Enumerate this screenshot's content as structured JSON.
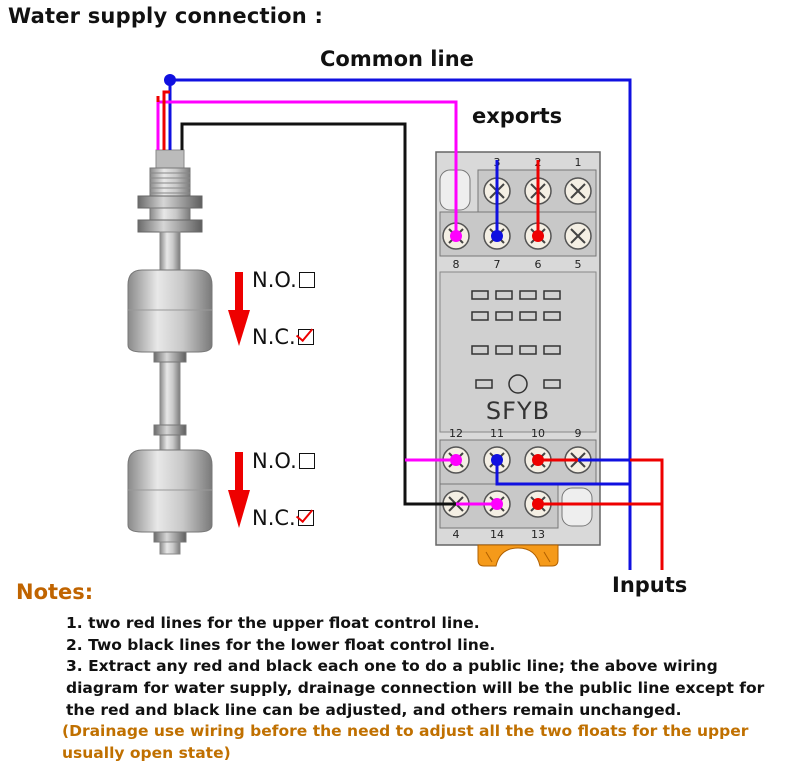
{
  "title": "Water supply connection :",
  "labels": {
    "common_line": "Common line",
    "exports": "exports",
    "inputs": "Inputs"
  },
  "float_states": {
    "upper_no": "N.O.",
    "upper_nc": "N.C.",
    "lower_no": "N.O.",
    "lower_nc": "N.C."
  },
  "relay_base": {
    "brand": "SFYB",
    "top_row": [
      "3",
      "2",
      "1"
    ],
    "upper_row": [
      "8",
      "7",
      "6",
      "5"
    ],
    "lower_row_top": [
      "12",
      "11",
      "10",
      "9"
    ],
    "lower_row_bottom": [
      "4",
      "14",
      "13"
    ]
  },
  "notes": {
    "heading": "Notes:",
    "line1": "1. two red lines for the upper float control line.",
    "line2": "2. Two black lines for the lower float control line.",
    "line3a": "3. Extract any red and black each one to do a public line; the above wiring",
    "line3b": "diagram for water supply, drainage connection will be the public line except for",
    "line3c": "the red and black line can be adjusted, and others remain unchanged.",
    "line4a": "(Drainage use wiring before the need to adjust all the two floats for the upper",
    "line4b": "usually open state)"
  },
  "colors": {
    "common": "#1010e0",
    "red": "#e00000",
    "black": "#111111",
    "magenta": "#ff00ff",
    "orange_note": "#c07000",
    "socket_body": "#d9d9d9",
    "socket_orange": "#f59a1a"
  }
}
